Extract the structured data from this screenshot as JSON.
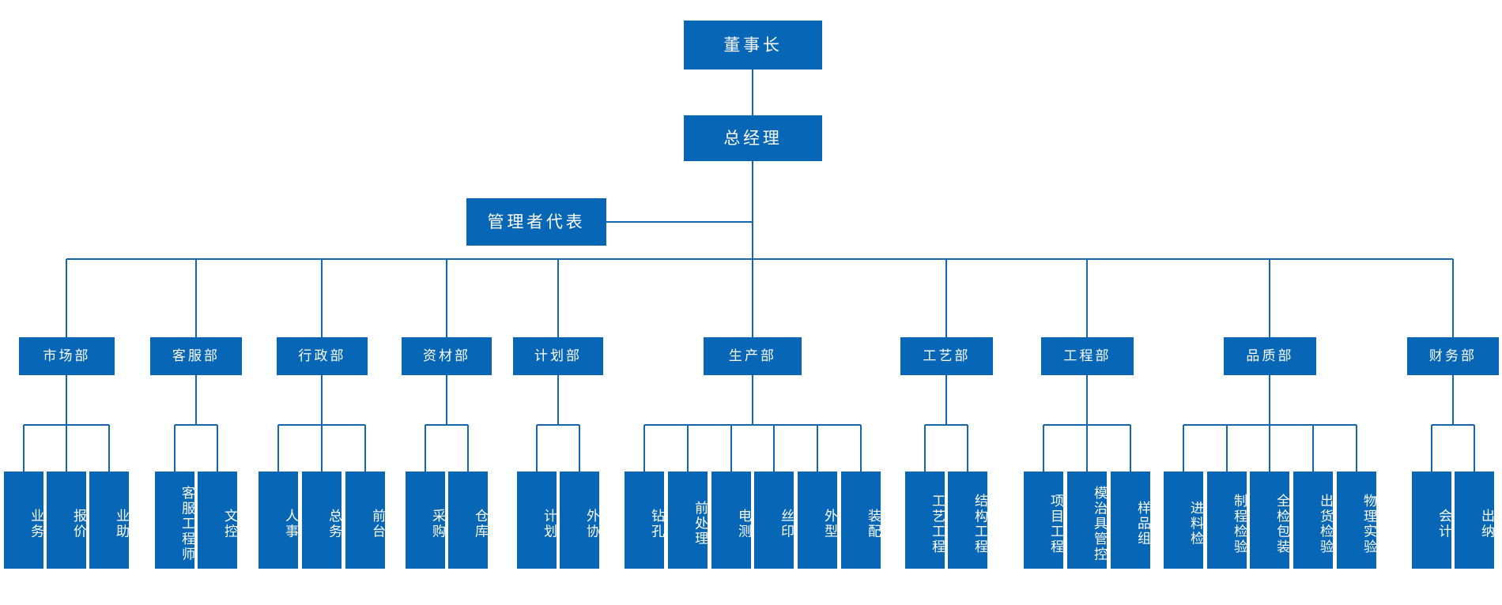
{
  "chart_meta": {
    "type": "org-chart",
    "title": "组织架构图",
    "box_color": "#0766B5",
    "line_color": "#1267B0",
    "text_color": "#FFFFFF",
    "background": "#FFFFFF"
  },
  "top": {
    "chairman": "董事长",
    "general_manager": "总经理",
    "management_rep": "管理者代表"
  },
  "departments": [
    {
      "id": "market",
      "label": "市场部",
      "children": [
        "业务",
        "报价",
        "业助"
      ]
    },
    {
      "id": "service",
      "label": "客服部",
      "children": [
        "客服工程师",
        "文控"
      ]
    },
    {
      "id": "admin",
      "label": "行政部",
      "children": [
        "人事",
        "总务",
        "前台"
      ]
    },
    {
      "id": "materials",
      "label": "资材部",
      "children": [
        "采购",
        "仓库"
      ]
    },
    {
      "id": "planning",
      "label": "计划部",
      "children": [
        "计划",
        "外协"
      ]
    },
    {
      "id": "production",
      "label": "生产部",
      "children": [
        "钻孔",
        "前处理",
        "电测",
        "丝印",
        "外型",
        "装配"
      ]
    },
    {
      "id": "process",
      "label": "工艺部",
      "children": [
        "工艺工程",
        "结构工程"
      ]
    },
    {
      "id": "engineering",
      "label": "工程部",
      "children": [
        "项目工程",
        "模治具管控",
        "样品组"
      ]
    },
    {
      "id": "quality",
      "label": "品质部",
      "children": [
        "进料检",
        "制程检验",
        "全检包装",
        "出货检验",
        "物理实验"
      ]
    },
    {
      "id": "finance",
      "label": "财务部",
      "children": [
        "会计",
        "出纳"
      ]
    }
  ]
}
